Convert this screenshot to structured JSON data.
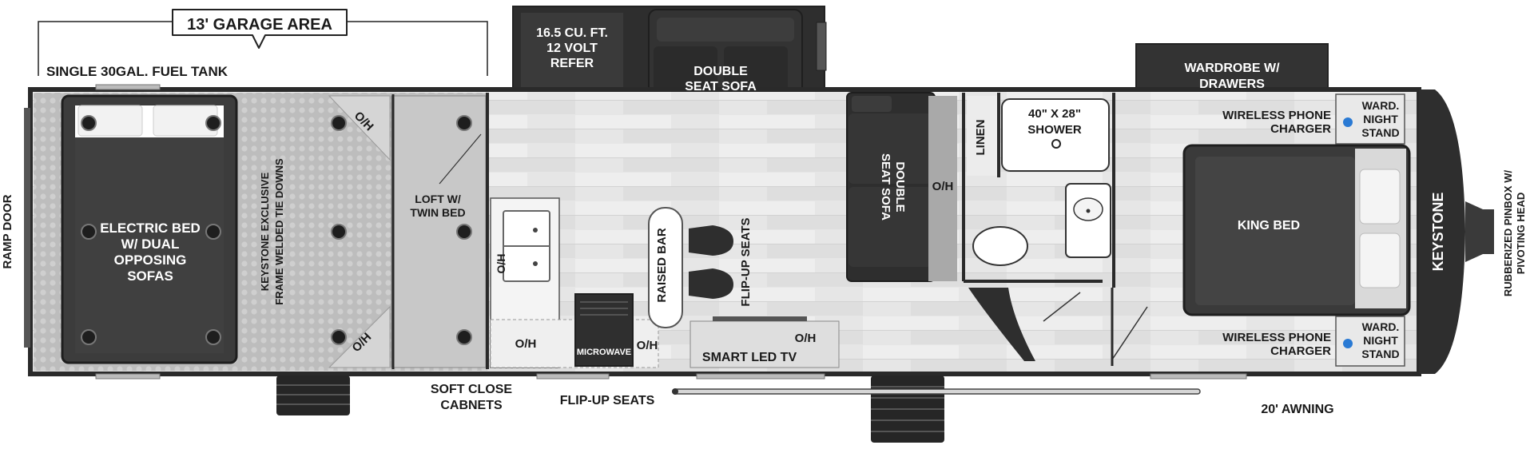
{
  "callouts": {
    "garage_area": "13' GARAGE AREA",
    "fuel_tank": "SINGLE 30GAL. FUEL TANK",
    "ramp_door": "RAMP DOOR",
    "soft_close_1": "SOFT CLOSE",
    "soft_close_2": "CABNETS",
    "flip_up_seats_bottom": "FLIP-UP SEATS",
    "awning": "20' AWNING",
    "pinbox_1": "RUBBERIZED PINBOX W/",
    "pinbox_2": "PIVOTING HEAD"
  },
  "garage": {
    "bed_1": "ELECTRIC BED",
    "bed_2": "W/ DUAL",
    "bed_3": "OPPOSING",
    "bed_4": "SOFAS",
    "tie_downs_1": "KEYSTONE EXCLUSIVE",
    "tie_downs_2": "FRAME WELDED TIE DOWNS",
    "oh_top": "O/H",
    "oh_bottom": "O/H",
    "loft_1": "LOFT W/",
    "loft_2": "TWIN BED"
  },
  "living": {
    "refer_1": "16.5 CU. FT.",
    "refer_2": "12 VOLT",
    "refer_3": "REFER",
    "sofa_top_1": "DOUBLE",
    "sofa_top_2": "SEAT SOFA",
    "sink_oh": "O/H",
    "cabinet_oh": "O/H",
    "microwave": "MICROWAVE",
    "microwave_oh": "O/H",
    "raised_bar": "RAISED BAR",
    "flip_up_seats": "FLIP-UP SEATS",
    "tv_oh": "O/H",
    "smart_tv": "SMART LED TV",
    "sofa_side_1": "DOUBLE",
    "sofa_side_2": "SEAT SOFA",
    "side_oh": "O/H"
  },
  "bath": {
    "linen": "LINEN",
    "shower_1": "40\" X 28\"",
    "shower_2": "SHOWER"
  },
  "bedroom": {
    "wardrobe_1": "WARDROBE W/",
    "wardrobe_2": "DRAWERS",
    "charger_top_1": "WIRELESS PHONE",
    "charger_top_2": "CHARGER",
    "stand_top_1": "WARD.",
    "stand_top_2": "NIGHT",
    "stand_top_3": "STAND",
    "king_bed": "KING BED",
    "charger_bottom_1": "WIRELESS PHONE",
    "charger_bottom_2": "CHARGER",
    "stand_bottom_1": "WARD.",
    "stand_bottom_2": "NIGHT",
    "stand_bottom_3": "STAND"
  },
  "brand": "KEYSTONE",
  "colors": {
    "outline": "#2a2a2a",
    "floor": "#e4e4e4",
    "garage_floor": "#bdbdbd",
    "furniture": "#333333",
    "charger_dot": "#2a7ad4"
  }
}
